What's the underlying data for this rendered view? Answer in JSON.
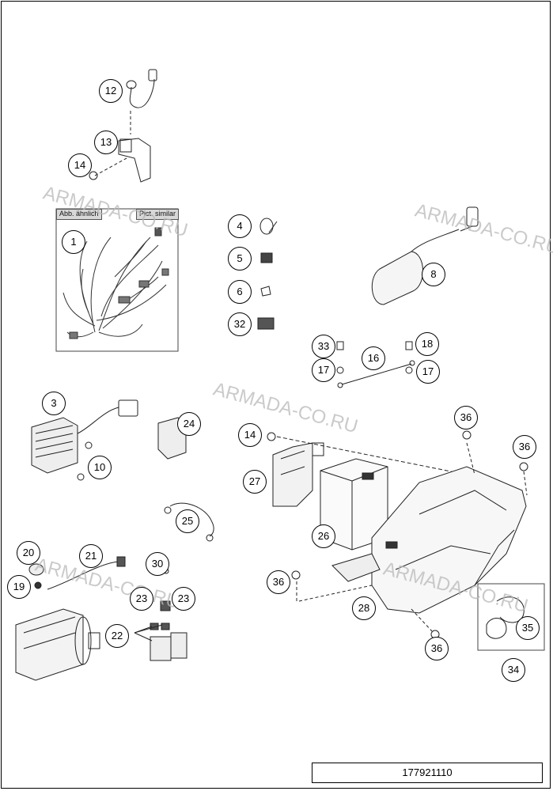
{
  "document_number": "177921110",
  "inset": {
    "label_de": "Abb. ähnlich",
    "label_en": "Pict. similar"
  },
  "watermark": "ARMADA-CO.RU",
  "callouts": [
    "1",
    "3",
    "4",
    "5",
    "6",
    "8",
    "10",
    "12",
    "13",
    "14",
    "14",
    "16",
    "17",
    "17",
    "18",
    "19",
    "20",
    "21",
    "22",
    "23",
    "23",
    "24",
    "25",
    "26",
    "27",
    "28",
    "30",
    "32",
    "33",
    "34",
    "35",
    "36",
    "36",
    "36",
    "36"
  ]
}
